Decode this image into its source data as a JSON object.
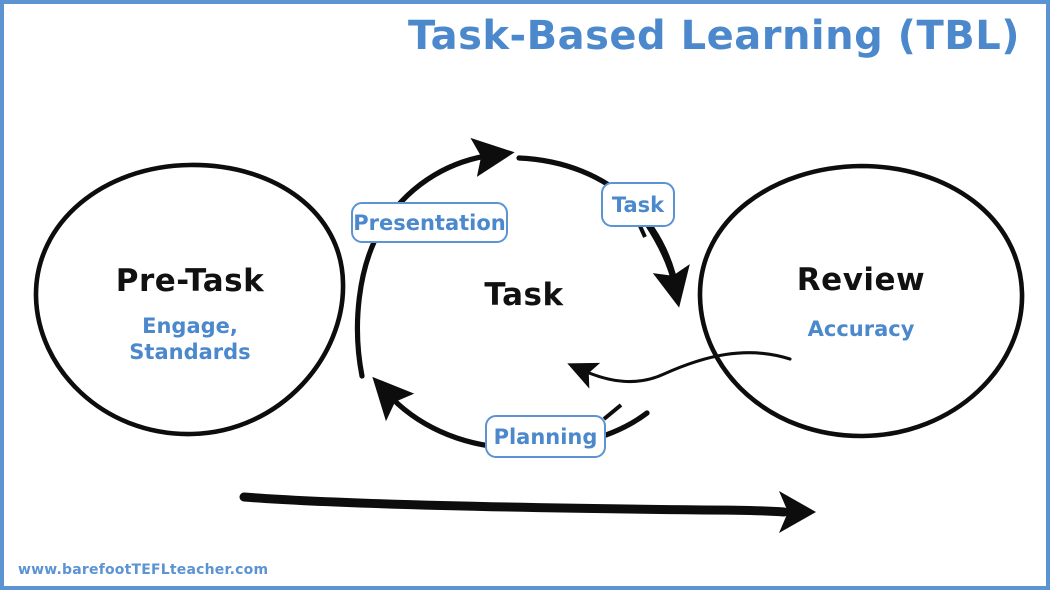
{
  "slide": {
    "title": "Task-Based Learning (TBL)",
    "watermark": "www.barefootTEFLteacher.com",
    "accent_blue": "#5B93D3",
    "title_blue": "#4B88CC",
    "ink_black": "#111111",
    "background": "#ffffff"
  },
  "stages": [
    {
      "id": "pre-task",
      "heading": "Pre-Task",
      "subtitle": "Engage,\nStandards",
      "shape": "ellipse"
    },
    {
      "id": "task",
      "heading": "Task",
      "subtitle": "",
      "shape": "cycle"
    },
    {
      "id": "review",
      "heading": "Review",
      "subtitle": "Accuracy",
      "shape": "ellipse"
    }
  ],
  "cycle_labels": [
    {
      "id": "presentation",
      "label": "Presentation"
    },
    {
      "id": "task",
      "label": "Task"
    },
    {
      "id": "planning",
      "label": "Planning"
    }
  ],
  "flow": {
    "direction_label": "",
    "sequence": [
      "Pre-Task",
      "Task",
      "Review"
    ],
    "cycle_sequence": [
      "Task",
      "Planning",
      "Presentation"
    ]
  }
}
